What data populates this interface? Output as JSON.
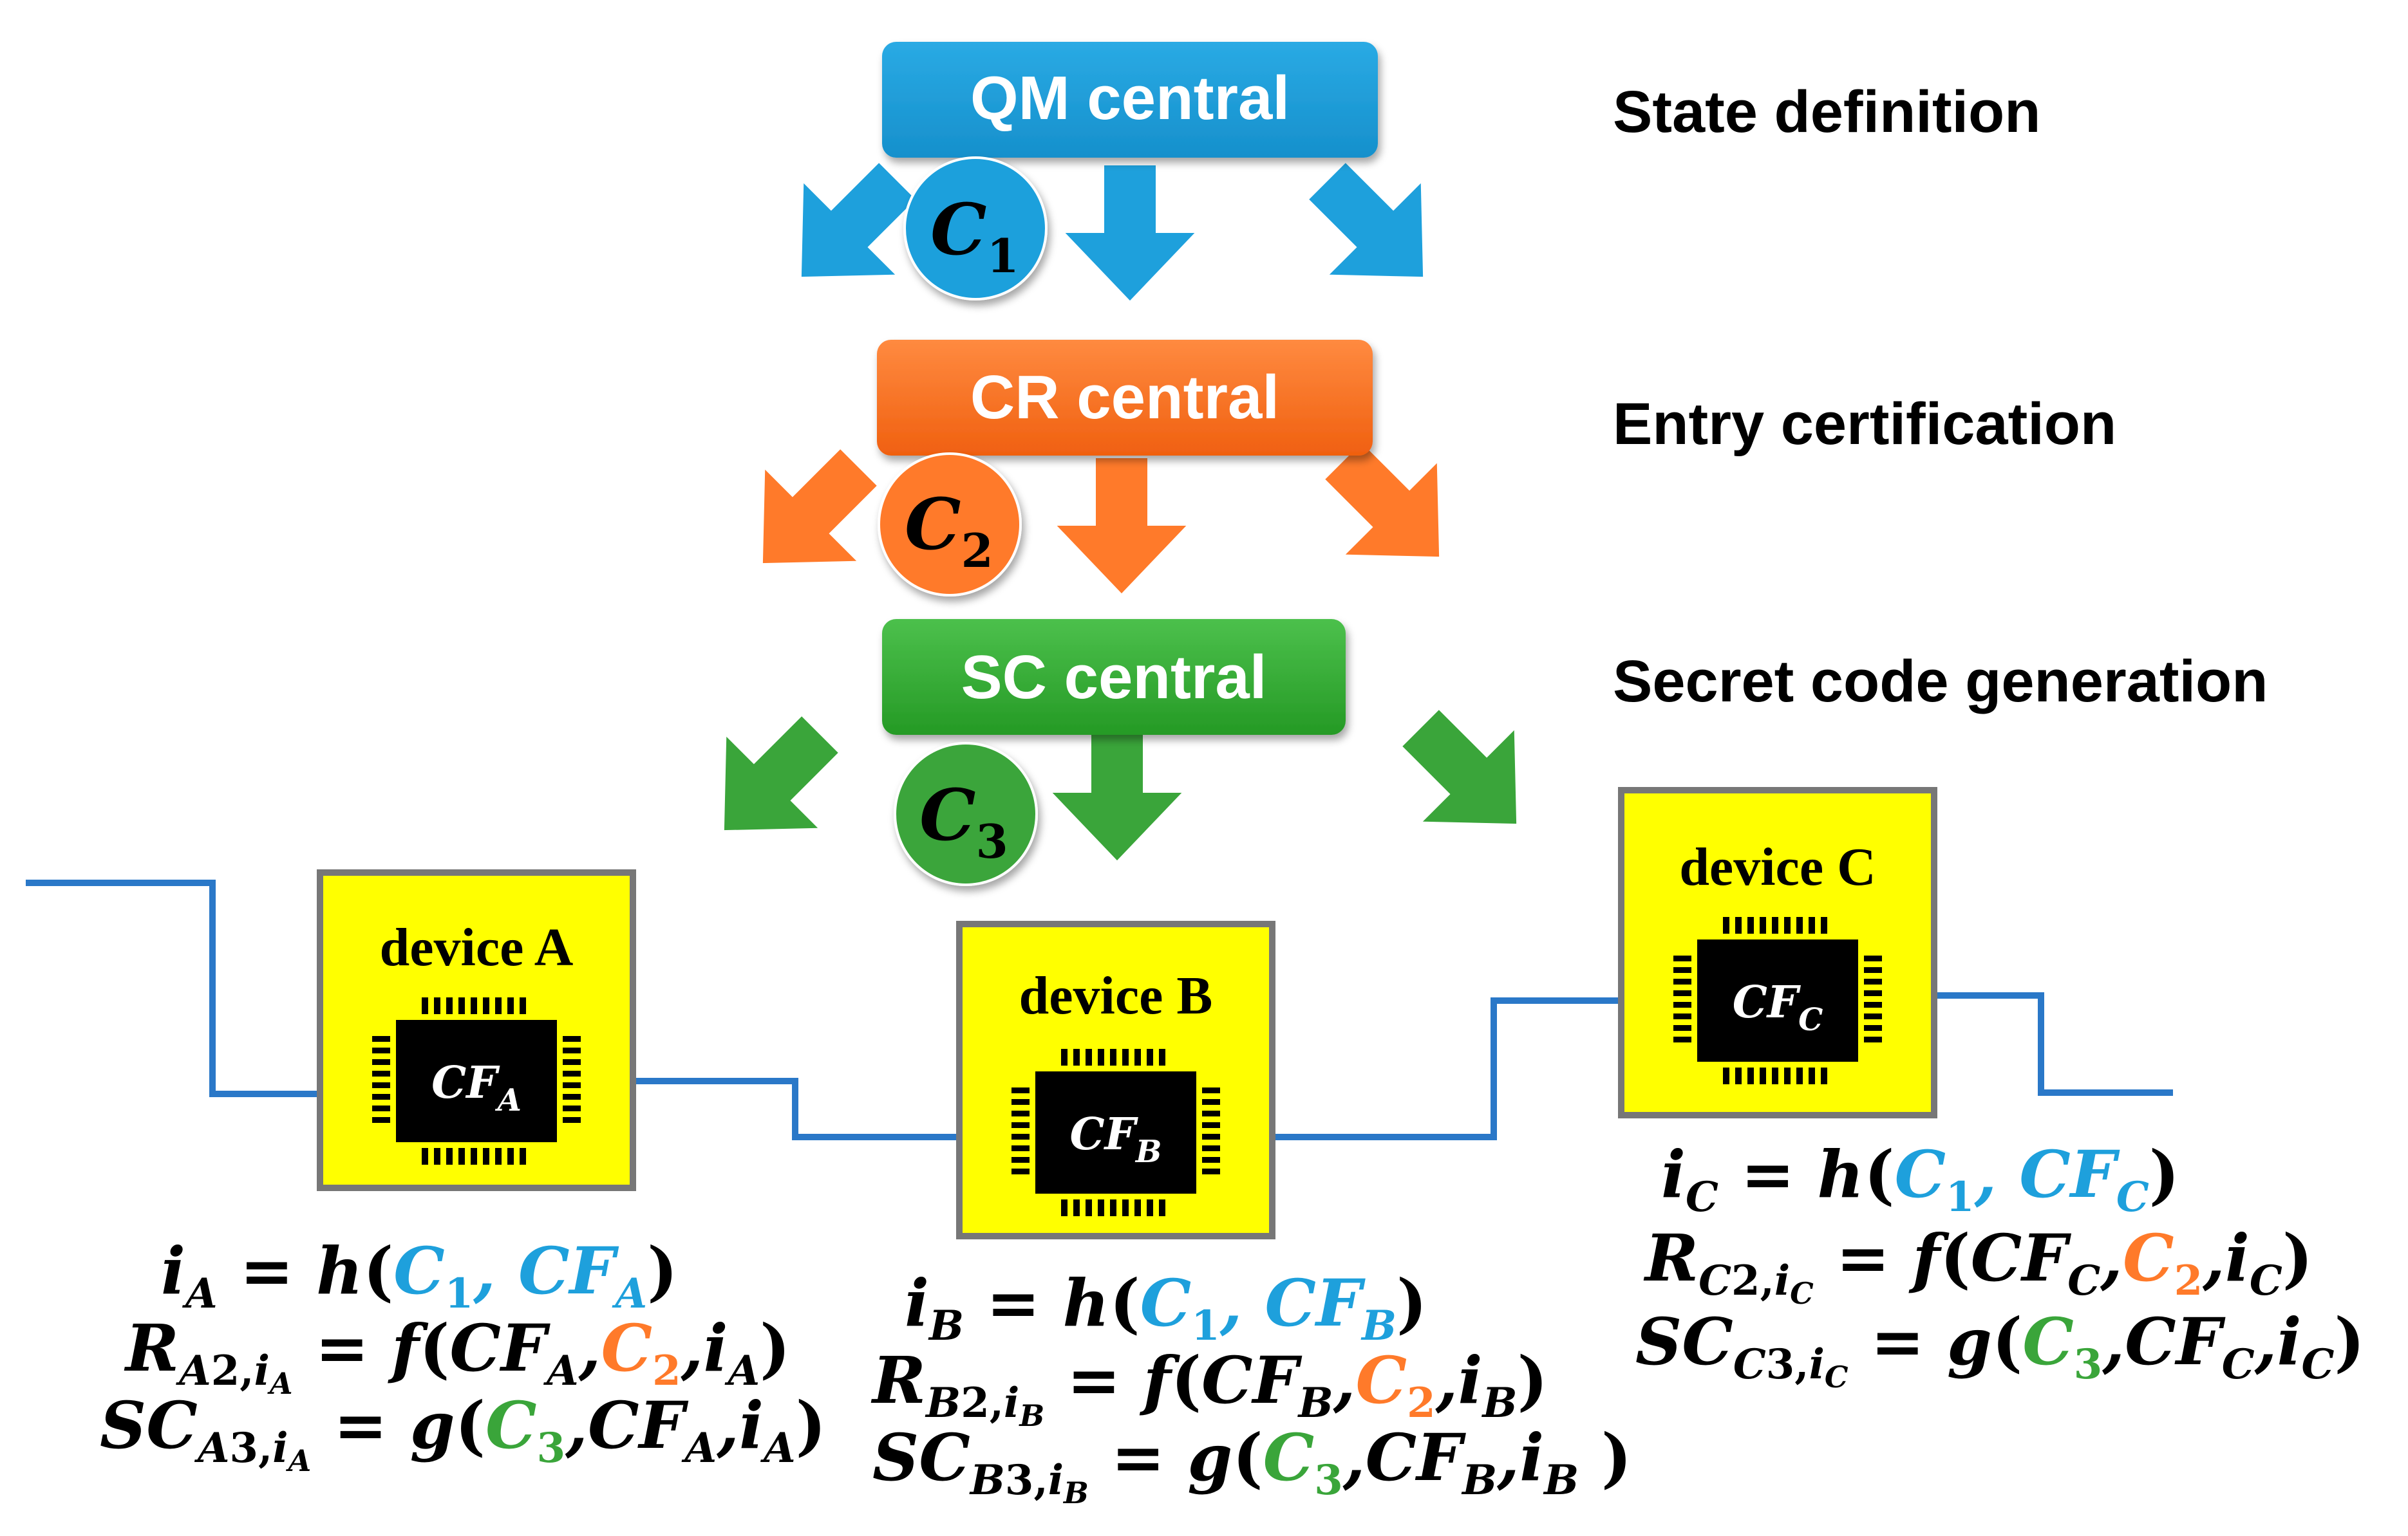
{
  "colors": {
    "qm": "#1ea0dc",
    "cr": "#ff7a2a",
    "sc": "#3aa53a",
    "wire": "#2a78c8",
    "device_fill": "#ffff00",
    "device_border": "#777777",
    "chip": "#000000"
  },
  "centrals": {
    "qm": {
      "label": "QM central",
      "stage": "State definition",
      "sym": "C",
      "sub": "1"
    },
    "cr": {
      "label": "CR central",
      "stage": "Entry certification",
      "sym": "C",
      "sub": "2"
    },
    "sc": {
      "label": "SC central",
      "stage": "Secret code generation",
      "sym": "C",
      "sub": "3"
    }
  },
  "devices": {
    "a": {
      "label": "device A",
      "chip": "CF",
      "chip_sub": "A"
    },
    "b": {
      "label": "device B",
      "chip": "CF",
      "chip_sub": "B"
    },
    "c": {
      "label": "device C",
      "chip": "CF",
      "chip_sub": "C"
    }
  },
  "symbols": {
    "i": "i",
    "R": "R",
    "SC": "SC",
    "CF": "CF",
    "C": "C",
    "h": "h",
    "f": "f",
    "g": "g",
    "eq": "=",
    "open": "(",
    "close": ")",
    "comma": ",",
    "A": "A",
    "B": "B",
    "Cc": "C",
    "one": "1",
    "two": "2",
    "three": "3"
  }
}
